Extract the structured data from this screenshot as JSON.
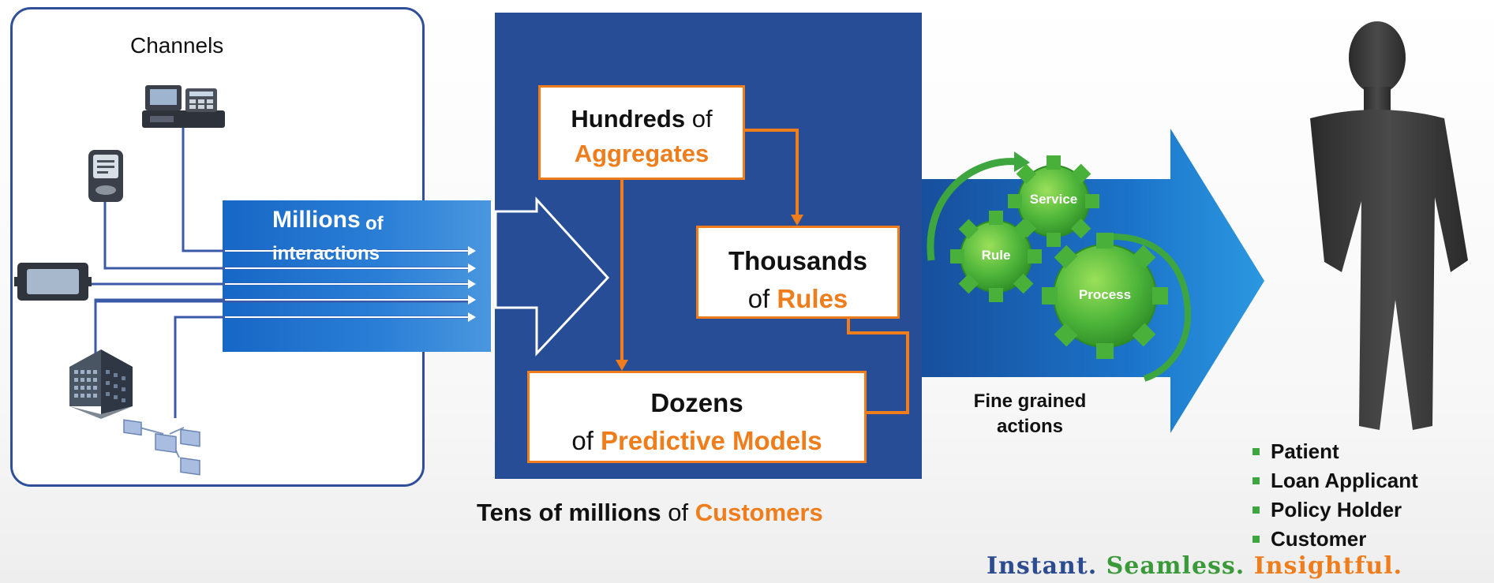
{
  "channels": {
    "title": "Channels",
    "icons": [
      "pos-terminal-icon",
      "mobile-device-icon",
      "card-reader-icon",
      "office-building-icon",
      "network-nodes-icon"
    ]
  },
  "interactions": {
    "millions": "Millions",
    "of": "of",
    "interactions": "interactions"
  },
  "hundreds_box": {
    "strong": "Hundreds",
    "of": "of",
    "highlight": "Aggregates"
  },
  "thousands_box": {
    "strong": "Thousands",
    "of": "of",
    "highlight": "Rules"
  },
  "dozens_box": {
    "strong": "Dozens",
    "of": "of",
    "highlight": "Predictive Models"
  },
  "tens_caption": {
    "strong": "Tens of millions",
    "of": "of",
    "highlight": "Customers"
  },
  "gears": {
    "service": "Service",
    "rule": "Rule",
    "process": "Process"
  },
  "fine_grained": "Fine grained actions",
  "audience": [
    "Patient",
    "Loan Applicant",
    "Policy Holder",
    "Customer"
  ],
  "tagline": {
    "part1": "Instant.",
    "part2": "Seamless.",
    "part3": "Insightful."
  },
  "colors": {
    "navy": "#284d97",
    "orange": "#f07d1c",
    "blue": "#1a6bc7",
    "green": "#3ea63e"
  }
}
